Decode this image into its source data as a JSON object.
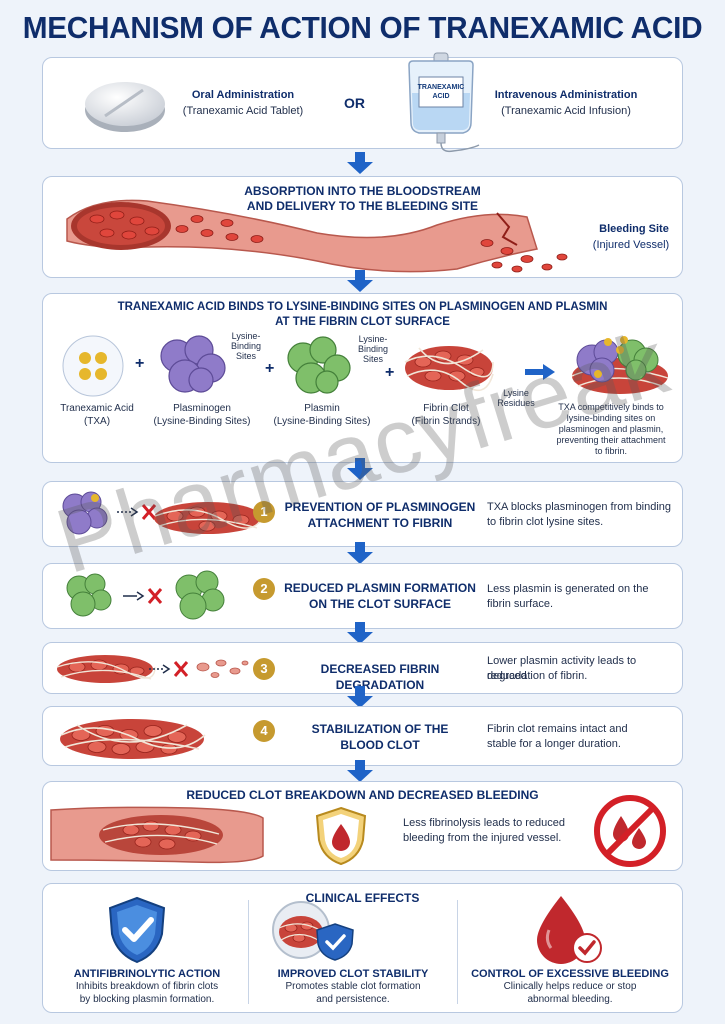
{
  "title": "MECHANISM OF ACTION OF TRANEXAMIC ACID",
  "admin": {
    "oral_title": "Oral Administration",
    "oral_sub": "(Tranexamic Acid Tablet)",
    "or": "OR",
    "iv_title": "Intravenous Administration",
    "iv_sub": "(Tranexamic Acid Infusion)",
    "bag_label_1": "TRANEXAMIC",
    "bag_label_2": "ACID"
  },
  "absorption": {
    "line1": "ABSORPTION INTO THE BLOODSTREAM",
    "line2": "AND DELIVERY TO THE BLEEDING SITE",
    "site_1": "Bleeding Site",
    "site_2": "(Injured Vessel)"
  },
  "binding": {
    "line1": "TRANEXAMIC ACID BINDS TO LYSINE-BINDING SITES ON PLASMINOGEN AND PLASMIN",
    "line2": "AT THE FIBRIN CLOT SURFACE",
    "txa_1": "Tranexamic Acid",
    "txa_2": "(TXA)",
    "plg_1": "Plasminogen",
    "plg_2": "(Lysine-Binding Sites)",
    "pl_1": "Plasmin",
    "pl_2": "(Lysine-Binding Sites)",
    "clot_1": "Fibrin Clot",
    "clot_2": "(Fibrin Strands)",
    "lbs_a1": "Lysine-",
    "lbs_a2": "Binding",
    "lbs_a3": "Sites",
    "lbs_b1": "Lysine-",
    "lbs_b2": "Binding",
    "lbs_b3": "Sites",
    "lys_res_1": "Lysine",
    "lys_res_2": "Residues",
    "plus": "+",
    "result_1": "TXA competitively binds to",
    "result_2": "lysine-binding sites on",
    "result_3": "plasminogen and plasmin,",
    "result_4": "preventing their attachment",
    "result_5": "to fibrin."
  },
  "steps": [
    {
      "num": "1",
      "h1": "PREVENTION OF PLASMINOGEN",
      "h2": "ATTACHMENT TO FIBRIN",
      "d1": "TXA blocks plasminogen from binding",
      "d2": "to fibrin clot lysine sites."
    },
    {
      "num": "2",
      "h1": "REDUCED PLASMIN FORMATION",
      "h2": "ON THE CLOT SURFACE",
      "d1": "Less plasmin is generated on the",
      "d2": "fibrin surface."
    },
    {
      "num": "3",
      "h1": "DECREASED FIBRIN DEGRADATION",
      "h2": "",
      "d1": "Lower plasmin activity leads to reduced",
      "d2": "degradation of fibrin."
    },
    {
      "num": "4",
      "h1": "STABILIZATION OF THE",
      "h2": "BLOOD CLOT",
      "d1": "Fibrin clot remains intact and",
      "d2": "stable for a longer duration."
    }
  ],
  "reduced": {
    "header": "REDUCED CLOT BREAKDOWN AND DECREASED BLEEDING",
    "d1": "Less fibrinolysis leads to reduced",
    "d2": "bleeding from the injured vessel."
  },
  "clinical": {
    "header": "CLINICAL EFFECTS",
    "items": [
      {
        "title": "ANTIFIBRINOLYTIC ACTION",
        "d1": "Inhibits breakdown of fibrin clots",
        "d2": "by blocking plasmin formation."
      },
      {
        "title": "IMPROVED CLOT STABILITY",
        "d1": "Promotes stable clot formation",
        "d2": "and persistence."
      },
      {
        "title": "CONTROL OF EXCESSIVE BLEEDING",
        "d1": "Clinically helps reduce or stop",
        "d2": "abnormal bleeding."
      }
    ]
  },
  "watermark": "Pharmacyfreak",
  "colors": {
    "navy": "#0f2d6b",
    "arrow_blue": "#1f63c7",
    "step_gold": "#c69a2f",
    "blood_red": "#c0282d",
    "block_red": "#d32027"
  },
  "icons": [
    "tablet-icon",
    "iv-bag-icon",
    "blood-vessel-icon",
    "txa-molecule-icon",
    "plasminogen-icon",
    "plasmin-icon",
    "fibrin-clot-icon",
    "blocked-arrow-icon",
    "shield-drop-icon",
    "no-bleeding-icon",
    "shield-check-icon",
    "blood-drop-check-icon"
  ]
}
